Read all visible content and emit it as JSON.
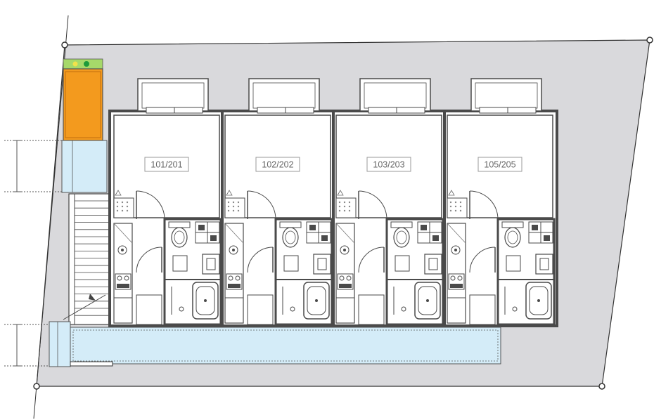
{
  "units": [
    {
      "label": "101/201"
    },
    {
      "label": "102/202"
    },
    {
      "label": "103/203"
    },
    {
      "label": "105/205"
    }
  ],
  "colors": {
    "lot": "#d9d9dc",
    "walkway": "#d4ecf8",
    "trash_box": "#f39a1e",
    "light_bar": "#a6d96a",
    "wall": "#4a4a4a",
    "floor": "#ffffff"
  }
}
